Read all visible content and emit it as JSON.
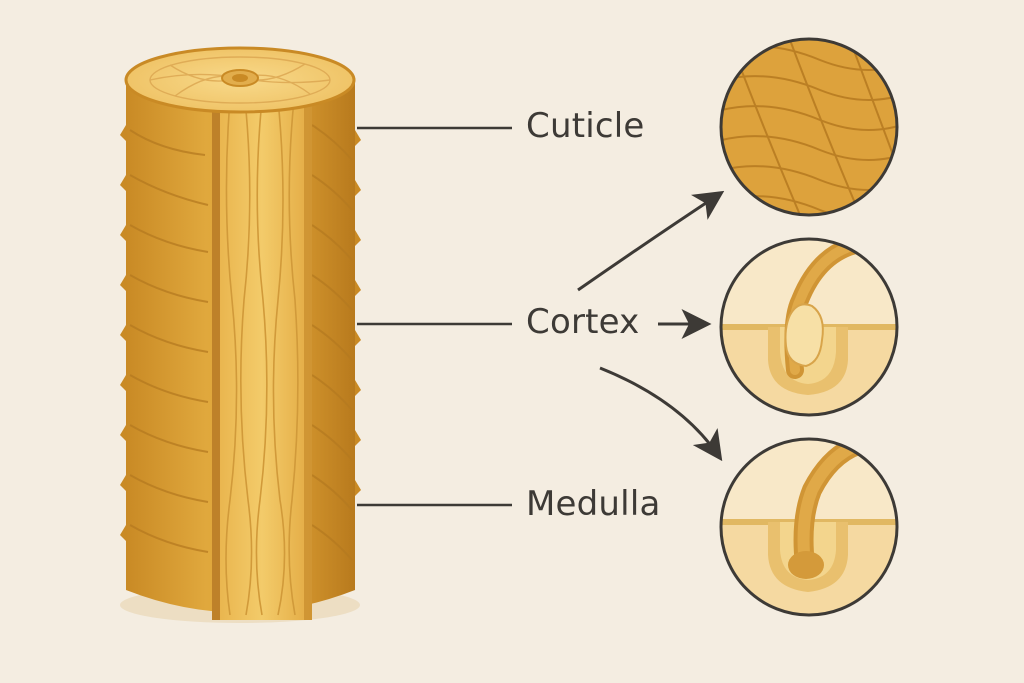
{
  "labels": {
    "cuticle": "Cuticle",
    "cortex": "Cortex",
    "medulla": "Medulla"
  },
  "colors": {
    "background": "#f4ede1",
    "hair_outer": "#d9a23a",
    "hair_inner": "#efc35c",
    "hair_dark": "#b77b1f",
    "leader_line": "#3d3a36",
    "circle_border": "#3d3a36",
    "skin": "#f7dca6"
  }
}
